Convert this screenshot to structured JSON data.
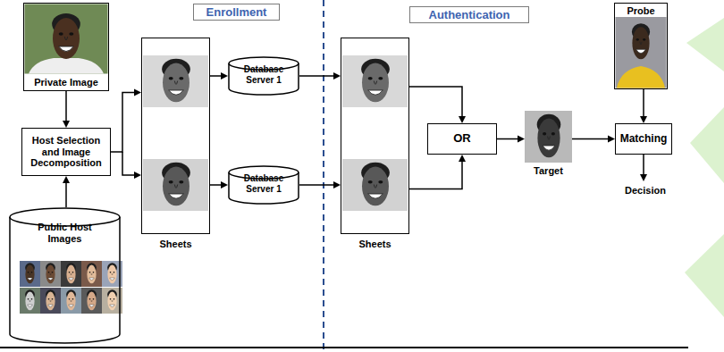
{
  "diagram": {
    "nodes": [
      {
        "text": [
          "Private Image"
        ]
      },
      {
        "text": [
          "Host Selection and Image Decomposition"
        ]
      },
      {
        "text": [
          "Public Host Images"
        ]
      },
      {
        "text": [
          "Sheets"
        ]
      },
      {
        "text": [
          "Database Server 1"
        ]
      },
      {
        "text": [
          "Database Server 1"
        ]
      },
      {
        "text": [
          "Sheets"
        ]
      },
      {
        "text": [
          "OR"
        ]
      },
      {
        "text": [
          "Target"
        ]
      },
      {
        "text": [
          "Probe"
        ]
      },
      {
        "text": [
          "Matching"
        ]
      },
      {
        "text": [
          "Decision"
        ]
      }
    ],
    "edges": [
      {
        "from": 0,
        "to": 1,
        "arrow": "to"
      },
      {
        "from": 2,
        "to": 1,
        "arrow": "to"
      },
      {
        "from": 1,
        "to": 3,
        "arrow": "to"
      },
      {
        "from": 3,
        "to": 4,
        "arrow": "to"
      },
      {
        "from": 3,
        "to": 5,
        "arrow": "to"
      },
      {
        "from": 4,
        "to": 6,
        "arrow": "to"
      },
      {
        "from": 5,
        "to": 6,
        "arrow": "to"
      },
      {
        "from": 6,
        "to": 7,
        "arrow": "to"
      },
      {
        "from": 7,
        "to": 8,
        "arrow": "to"
      },
      {
        "from": 8,
        "to": 10,
        "arrow": "to"
      },
      {
        "from": 9,
        "to": 10,
        "arrow": "to"
      },
      {
        "from": 10,
        "to": 11,
        "arrow": "to"
      }
    ],
    "labels": [
      "Enrollment",
      "Authentication"
    ]
  }
}
